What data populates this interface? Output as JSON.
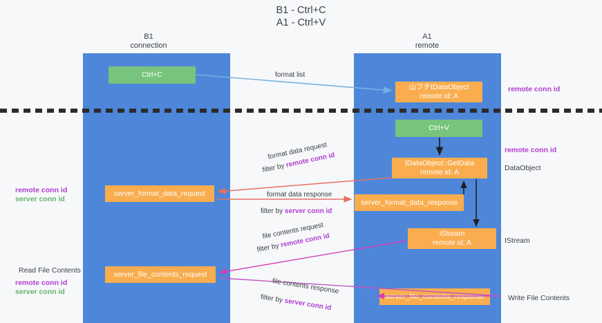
{
  "title": "B1 - Ctrl+C\nA1 - Ctrl+V",
  "columns": {
    "left": {
      "name": "B1\nconnection"
    },
    "right": {
      "name": "A1\nremote"
    }
  },
  "boxes": {
    "ctrl_c": "Ctrl+C",
    "format_list_dataobject": "山フチIDataObject\nremote id: A",
    "ctrl_v": "Ctrl+V",
    "idataobject_getdata": "IDataObject::GetData\nremote id: A",
    "server_format_data_request": "server_format_data_request",
    "server_format_data_response": "server_format_data_response",
    "istream": "IStream\nremote id: A",
    "server_file_contents_request": "server_file_contents_request",
    "server_file_contents_response": "server_file_contents_response"
  },
  "edges": {
    "format_list": {
      "label": "format list"
    },
    "format_data_request": {
      "label": "format data request",
      "filter_prefix": "filter by ",
      "filter_key": "remote conn id"
    },
    "format_data_response": {
      "label": "format data response",
      "filter_prefix": "filter by ",
      "filter_key": "server conn id"
    },
    "file_contents_request": {
      "label": "file contents request",
      "filter_prefix": "filter by ",
      "filter_key": "remote conn id"
    },
    "file_contents_response": {
      "label": "file contents response",
      "filter_prefix": "filter by ",
      "filter_key": "server conn id"
    }
  },
  "annotations": {
    "right_remote_conn_id_top": "remote conn id",
    "right_remote_conn_id_mid": "remote conn id",
    "right_dataobject": "DataObject",
    "right_istream": "IStream",
    "right_write_file_contents": "Write File Contents",
    "left_remote_conn_id_mid": "remote conn id",
    "left_server_conn_id_mid": "server conn id",
    "left_read_file_contents": "Read File Contents",
    "left_remote_conn_id_bottom": "remote conn id",
    "left_server_conn_id_bottom": "server conn id"
  },
  "colors": {
    "lane": "#4e87d9",
    "box_green": "#79c47d",
    "box_orange": "#f9ad4e",
    "purple": "#b03fd0",
    "green": "#64b36a",
    "arrow_blue": "#77b3e0",
    "arrow_red": "#e8705f",
    "arrow_magenta": "#d03fb8",
    "arrow_black": "#202124",
    "background": "#f7f8fa"
  }
}
